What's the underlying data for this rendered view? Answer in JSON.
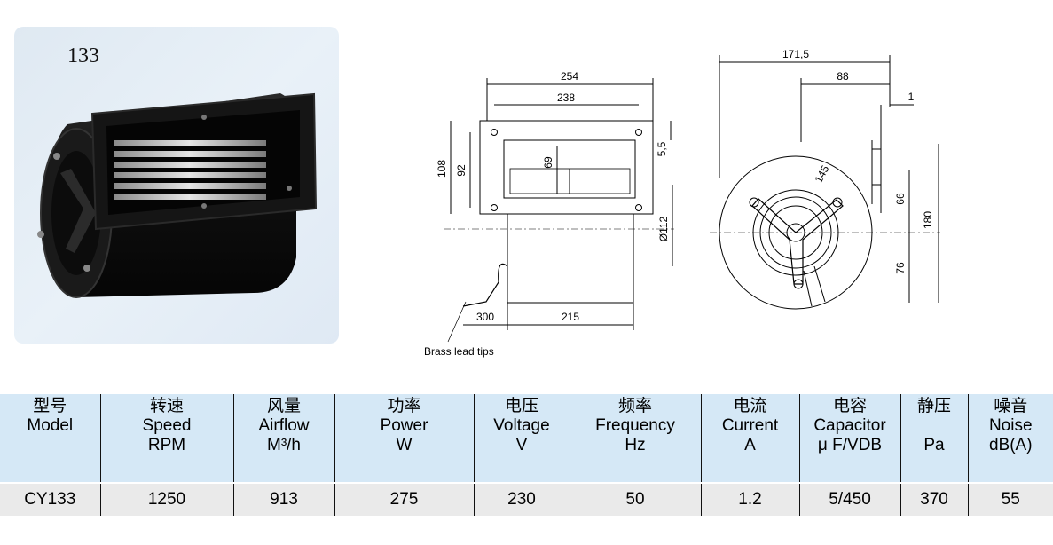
{
  "product": {
    "model_number": "133"
  },
  "drawing": {
    "front_view": {
      "overall_width": "254",
      "mount_width": "238",
      "overall_height": "108",
      "mount_height": "92",
      "outlet_height": "69",
      "flange_offset": "5,5",
      "housing_diameter": "Ø112",
      "lead_length": "300",
      "housing_length": "215"
    },
    "side_view": {
      "overall_depth": "171,5",
      "partial_depth": "88",
      "flange_thickness": "1",
      "cutout_height": "66",
      "overall_height": "180",
      "lower_offset": "76",
      "wheel_diameter": "145"
    },
    "annotation": "Brass lead tips"
  },
  "table": {
    "headers": [
      {
        "cn": "型号",
        "en": "Model",
        "unit": ""
      },
      {
        "cn": "转速",
        "en": "Speed",
        "unit": "RPM"
      },
      {
        "cn": "风量",
        "en": "Airflow",
        "unit": "M³/h"
      },
      {
        "cn": "功率",
        "en": "Power",
        "unit": "W"
      },
      {
        "cn": "电压",
        "en": "Voltage",
        "unit": "V"
      },
      {
        "cn": "频率",
        "en": "Frequency",
        "unit": "Hz"
      },
      {
        "cn": "电流",
        "en": "Current",
        "unit": "A"
      },
      {
        "cn": "电容",
        "en": "Capacitor",
        "unit": "μ F/VDB"
      },
      {
        "cn": "静压",
        "en": "",
        "unit": "Pa"
      },
      {
        "cn": "噪音",
        "en": "Noise",
        "unit": "dB(A)"
      }
    ],
    "rows": [
      [
        "CY133",
        "1250",
        "913",
        "275",
        "230",
        "50",
        "1.2",
        "5/450",
        "370",
        "55"
      ]
    ]
  }
}
